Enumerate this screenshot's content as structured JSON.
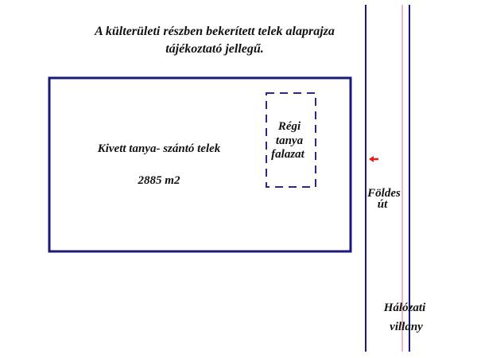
{
  "title": {
    "line1": "A külterületi részben bekerített telek alaprajza",
    "line2": "tájékoztató jellegű."
  },
  "plot": {
    "label": "Kivett tanya- szántó telek",
    "area": "2885 m2"
  },
  "old_wall": {
    "line1": "Régi",
    "line2": "tanya",
    "line3": "falazat"
  },
  "road": {
    "line1": "Földes",
    "line2": "út"
  },
  "power": {
    "line1": "Hálózati",
    "line2": "villany"
  },
  "colors": {
    "boundary": "#1a1a7a",
    "power_line": "#e8a0a8",
    "arrow": "#e02020"
  }
}
